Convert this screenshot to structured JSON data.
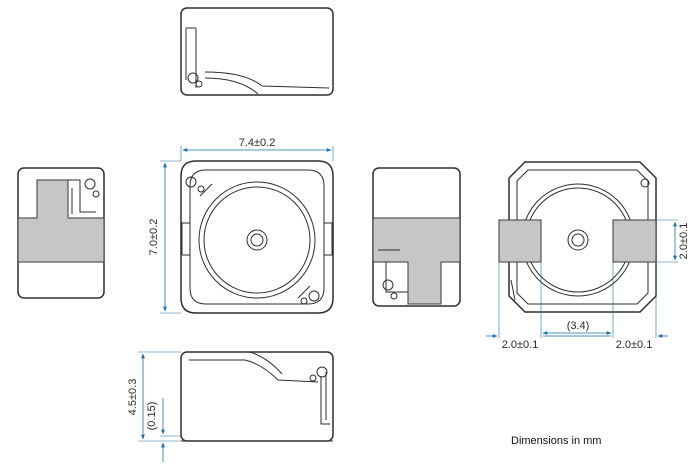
{
  "dimensions": {
    "width": "7.4±0.2",
    "length": "7.0±0.2",
    "height": "4.5±0.3",
    "standoff": "(0.15)",
    "terminal_width": "2.0±0.1",
    "terminal_left": "2.0±0.1",
    "terminal_right": "2.0±0.1",
    "terminal_gap": "(3.4)"
  },
  "note": "Dimensions in mm",
  "colors": {
    "dimension_line": "#1b6fa8",
    "terminal": "#c6c6c6",
    "outline": "#2e2e2e"
  }
}
